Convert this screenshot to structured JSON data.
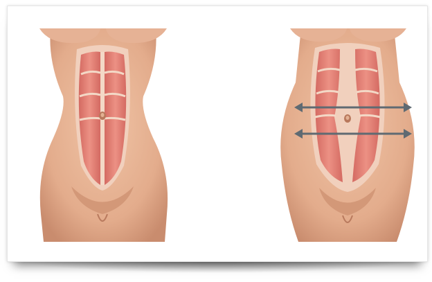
{
  "figures": [
    {
      "name": "normal-abdomen"
    },
    {
      "name": "diastasis-recti-abdomen"
    }
  ],
  "colors": {
    "skin": "#e7b597",
    "skin_shadow": "#c98c6e",
    "muscle": "#d9736b",
    "muscle_light": "#ee9a8c",
    "linea_alba": "#f3d8c6",
    "arrow": "#5f6a72"
  },
  "arrows": [
    {
      "name": "upper-separation-arrow"
    },
    {
      "name": "lower-separation-arrow"
    }
  ]
}
